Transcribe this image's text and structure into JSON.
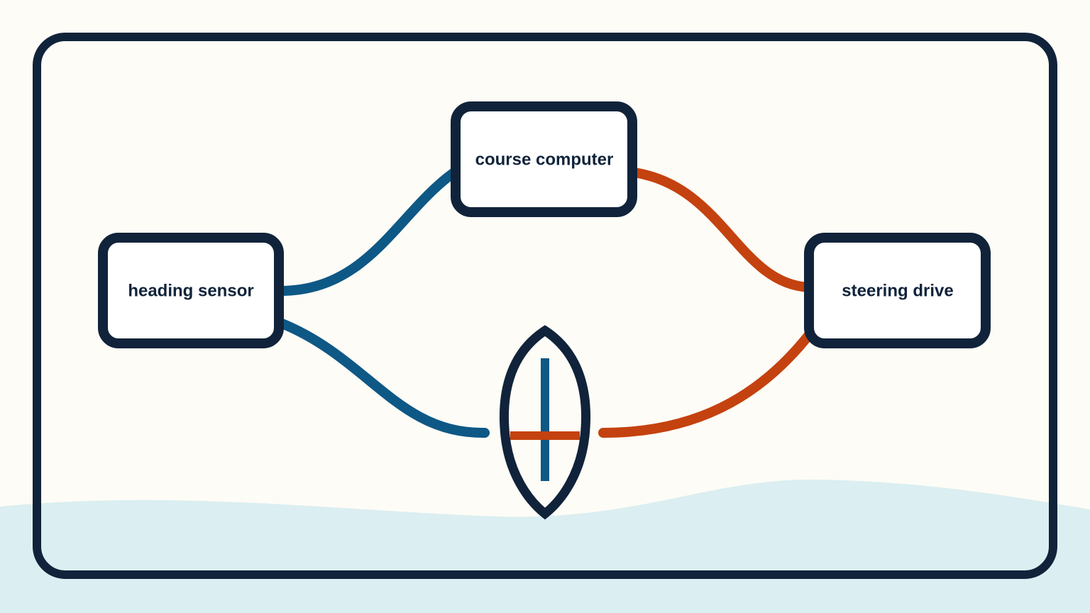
{
  "nodes": {
    "heading_sensor": {
      "label": "heading sensor"
    },
    "course_computer": {
      "label": "course computer"
    },
    "steering_drive": {
      "label": "steering drive"
    }
  },
  "colors": {
    "background": "#fdfcf6",
    "water": "#dbeef1",
    "outline": "#10233a",
    "box_fill": "#ffffff",
    "blue_link": "#0e5886",
    "orange_link": "#c4420f"
  },
  "icons": {
    "boat": "boat-hull-icon"
  }
}
